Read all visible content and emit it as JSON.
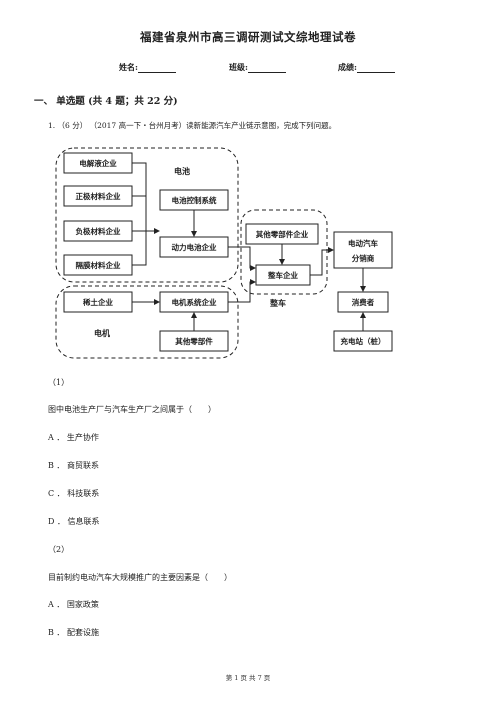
{
  "header": {
    "title": "福建省泉州市高三调研测试文综地理试卷",
    "name_label": "姓名:",
    "class_label": "班级:",
    "score_label": "成绩:"
  },
  "section": {
    "heading": "一、  单选题 (共 4 题；共 22 分)"
  },
  "question": {
    "number": "1.",
    "points": "（6 分）",
    "source_and_stem": "（2017 高一下・台州月考）读新能源汽车产业链示意图，完成下列问题。"
  },
  "diagram": {
    "left_boxes": [
      "电解液企业",
      "正极材料企业",
      "负极材料企业",
      "隔膜材料企业"
    ],
    "battery_label": "电池",
    "battery_control": "电池控制系统",
    "power_battery": "动力电池企业",
    "rare_earth": "稀土企业",
    "motor_system": "电机系统企业",
    "motor_parts": "其他零部件",
    "motor_label": "电机",
    "other_parts": "其他零部件企业",
    "vehicle_company": "整车企业",
    "vehicle_label": "整车",
    "dealer_line1": "电动汽车",
    "dealer_line2": "分销商",
    "consumer": "消费者",
    "charging": "充电站（桩）"
  },
  "sub1": {
    "number": "（1）",
    "stem": "图中电池生产厂与汽车生产厂之间属于（　　）",
    "options": [
      "A ． 生产协作",
      "B ． 商贸联系",
      "C ． 科技联系",
      "D ． 信息联系"
    ]
  },
  "sub2": {
    "number": "（2）",
    "stem": "目前制约电动汽车大规模推广的主要因素是（　　）",
    "options": [
      "A ． 国家政策",
      "B ． 配套设施"
    ]
  },
  "footer": {
    "text": "第 1 页 共 7 页"
  }
}
